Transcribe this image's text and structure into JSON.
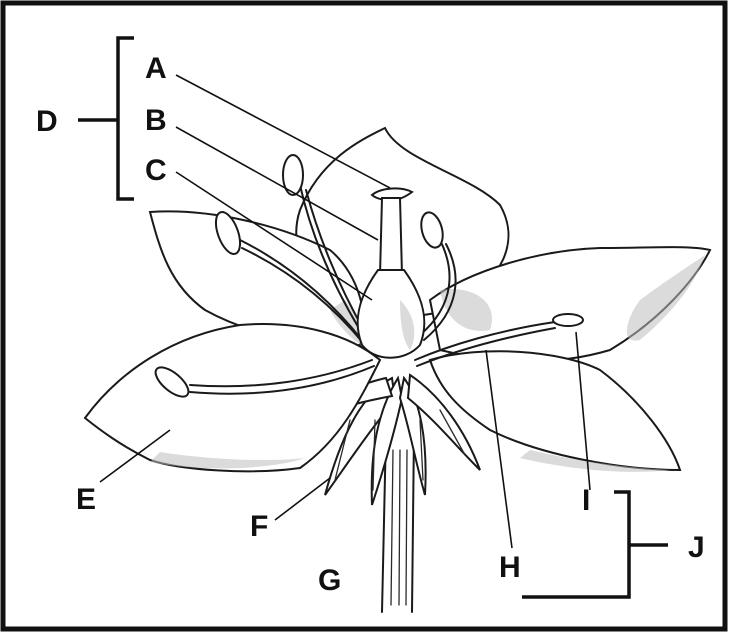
{
  "labels": {
    "A": "A",
    "B": "B",
    "C": "C",
    "D": "D",
    "E": "E",
    "F": "F",
    "G": "G",
    "H": "H",
    "I": "I",
    "J": "J"
  },
  "colors": {
    "ink": "#1a1a1a",
    "frame": "#111111",
    "background": "#ffffff",
    "shading": "#bdbdbd"
  }
}
